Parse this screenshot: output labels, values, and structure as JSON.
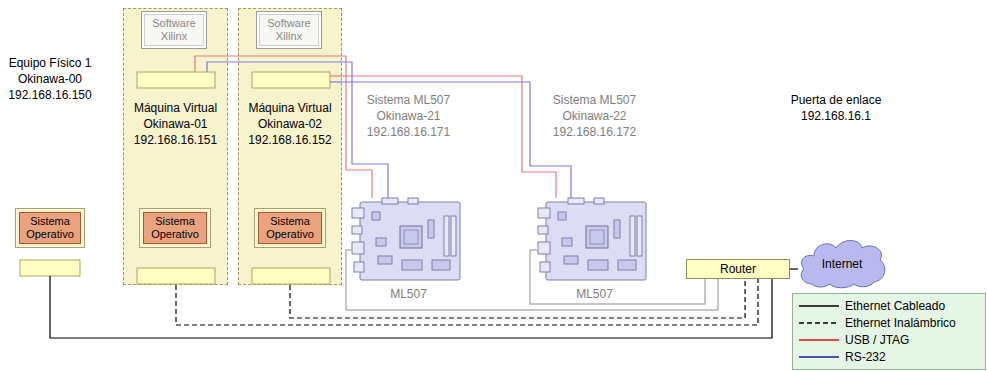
{
  "diagram": {
    "nodes": [
      {
        "text": [
          "Equipo Físico 1",
          "Okinawa-00",
          "192.168.16.150"
        ]
      },
      {
        "text": [
          "Sistema Operativo"
        ],
        "in": 0
      },
      {
        "text": [
          "Máquina Virtual",
          "Okinawa-01",
          "192.168.16.151"
        ]
      },
      {
        "text": [
          "Software Xilinx"
        ],
        "in": 2
      },
      {
        "text": [
          "Sistema Operativo"
        ],
        "in": 2
      },
      {
        "text": [
          "Máquina Virtual",
          "Okinawa-02",
          "192.168.16.152"
        ]
      },
      {
        "text": [
          "Software Xilinx"
        ],
        "in": 5
      },
      {
        "text": [
          "Sistema Operativo"
        ],
        "in": 5
      },
      {
        "text": [
          "Sistema ML507",
          "Okinawa-21",
          "192.168.16.171",
          "ML507"
        ]
      },
      {
        "text": [
          "Sistema ML507",
          "Okinawa-22",
          "192.168.16.172",
          "ML507"
        ]
      },
      {
        "text": [
          "Router"
        ]
      },
      {
        "text": [
          "Internet"
        ]
      }
    ],
    "edges": [
      {
        "from": 0,
        "to": 10,
        "arrow": "none"
      },
      {
        "from": 2,
        "to": 10,
        "arrow": "none"
      },
      {
        "from": 5,
        "to": 10,
        "arrow": "none"
      },
      {
        "from": 2,
        "to": 8,
        "arrow": "none"
      },
      {
        "from": 2,
        "to": 8,
        "arrow": "none"
      },
      {
        "from": 5,
        "to": 9,
        "arrow": "none"
      },
      {
        "from": 5,
        "to": 9,
        "arrow": "none"
      },
      {
        "from": 8,
        "to": 10,
        "arrow": "none"
      },
      {
        "from": 9,
        "to": 10,
        "arrow": "none"
      },
      {
        "from": 10,
        "to": 11,
        "arrow": "none"
      }
    ],
    "labels": [
      "Puerta de enlace",
      "192.168.16.1"
    ],
    "legend": [
      {
        "text": "Ethernet Cableado"
      },
      {
        "text": "Ethernet Inalámbrico"
      },
      {
        "text": "USB / JTAG"
      },
      {
        "text": "RS-232"
      }
    ]
  }
}
